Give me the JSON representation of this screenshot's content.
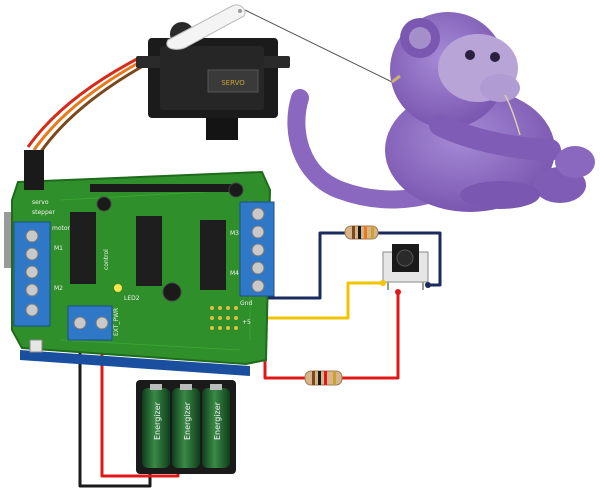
{
  "colors": {
    "background": "#ffffff",
    "pcb_green": "#2f8f2a",
    "pcb_dark": "#1f6b1c",
    "terminal_blue": "#2f78c8",
    "chip_black": "#1e1e1e",
    "wire_red": "#e01818",
    "wire_yellow": "#f2c400",
    "wire_navy": "#1a2a5e",
    "wire_black": "#1a1a1a",
    "wire_orange": "#e87a1c",
    "wire_brown": "#7a4a1c",
    "monkey_purple": "#8d6bc1",
    "battery_green": "#1f6a2f"
  },
  "board": {
    "labels": {
      "gnd": "Gnd",
      "plus5": "+5",
      "led2": "LED2",
      "ext_pwr": "EXT_PWR",
      "m1": "M1",
      "m2": "M2",
      "m3": "M3",
      "m4": "M4",
      "servo": "servo",
      "stepper": "stepper",
      "motor": "motor",
      "control": "control"
    }
  },
  "servo": {
    "label": "SERVO"
  },
  "battery": {
    "brand": "Energizer",
    "cell_count": 3
  },
  "icons": [
    "servo-motor-icon",
    "pushbutton-icon",
    "resistor-icon",
    "battery-icon",
    "plush-monkey-icon"
  ]
}
